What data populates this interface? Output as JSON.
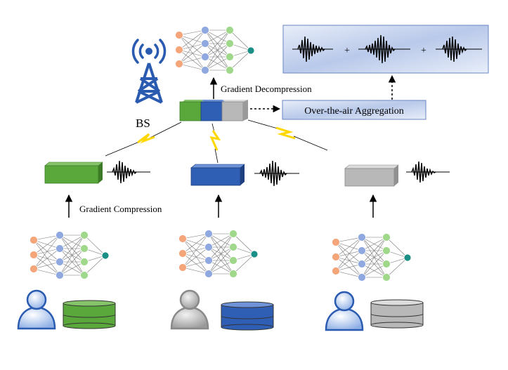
{
  "labels": {
    "bs": "BS",
    "gradient_decompression": "Gradient Decompression",
    "gradient_compression": "Gradient Compression",
    "ota_aggregation": "Over-the-air Aggregation",
    "plus": "+"
  },
  "colors": {
    "green": "#5aa83c",
    "blue": "#2f5fb4",
    "gray": "#b8b8b8",
    "tower": "#2a5bb0",
    "lightning": "#ffd700",
    "node_orange": "#f5a57a",
    "node_blue": "#8fa8e0",
    "node_green": "#9fd88a",
    "node_teal": "#1a8f86",
    "ota_box": "#c9d6ef"
  },
  "icons": [
    "base-station-tower-icon",
    "neural-network-icon",
    "user-icon",
    "dataset-icon",
    "lightning-icon",
    "waveform-icon",
    "arrow-icon"
  ]
}
